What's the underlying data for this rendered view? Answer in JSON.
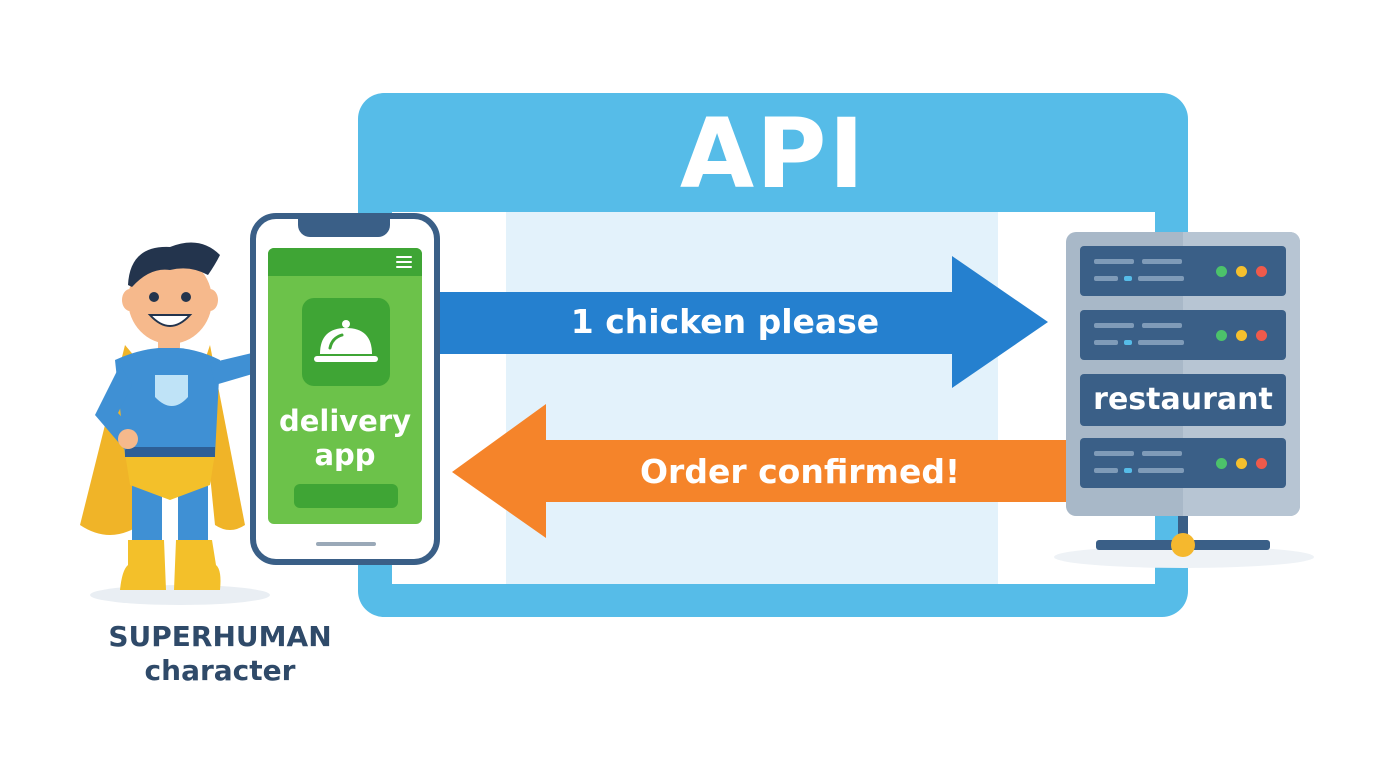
{
  "api": {
    "title": "API"
  },
  "request": {
    "label": "1 chicken please",
    "color": "#2580cf"
  },
  "response": {
    "label": "Order confirmed!",
    "color": "#f5842a"
  },
  "phone": {
    "app_label_line1": "delivery",
    "app_label_line2": "app",
    "screen_color": "#6cc24a"
  },
  "character": {
    "label_line1": "SUPERHUMAN",
    "label_line2": "character"
  },
  "server": {
    "label": "restaurant",
    "status_colors": [
      "#4cc26a",
      "#f5c02e",
      "#ef5a4b"
    ]
  },
  "colors": {
    "frame": "#56bce8",
    "navy": "#3a5f87"
  }
}
